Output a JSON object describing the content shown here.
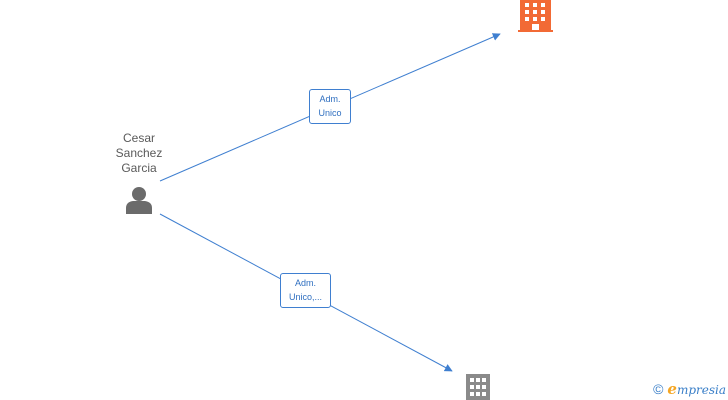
{
  "person": {
    "name_lines": [
      "Cesar",
      "Sanchez",
      "Garcia"
    ],
    "icon": "person-icon"
  },
  "companies": [
    {
      "icon": "building-icon",
      "color": "#f26a35"
    },
    {
      "icon": "building-icon",
      "color": "#8a8a8a"
    }
  ],
  "edges": [
    {
      "label_lines": [
        "Adm.",
        "Unico"
      ]
    },
    {
      "label_lines": [
        "Adm.",
        "Unico,..."
      ]
    }
  ],
  "colors": {
    "edge": "#3f7fd0",
    "person": "#6b6b6b",
    "brand": "#3a7fc8"
  },
  "footer": {
    "copyright": "©",
    "brand_first": "e",
    "brand_rest": "mpresia"
  }
}
